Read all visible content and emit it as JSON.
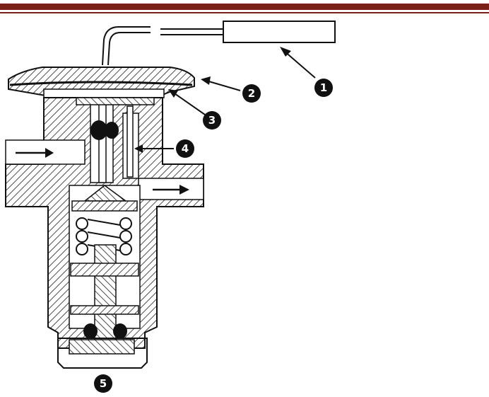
{
  "header": {
    "rule_color": "#7a1f1a"
  },
  "diagram": {
    "callouts": [
      {
        "id": "1",
        "label": "1"
      },
      {
        "id": "2",
        "label": "2"
      },
      {
        "id": "3",
        "label": "3"
      },
      {
        "id": "4",
        "label": "4"
      },
      {
        "id": "5",
        "label": "5"
      }
    ],
    "flow_arrows": [
      "inlet-flow-arrow",
      "outlet-flow-arrow"
    ]
  }
}
